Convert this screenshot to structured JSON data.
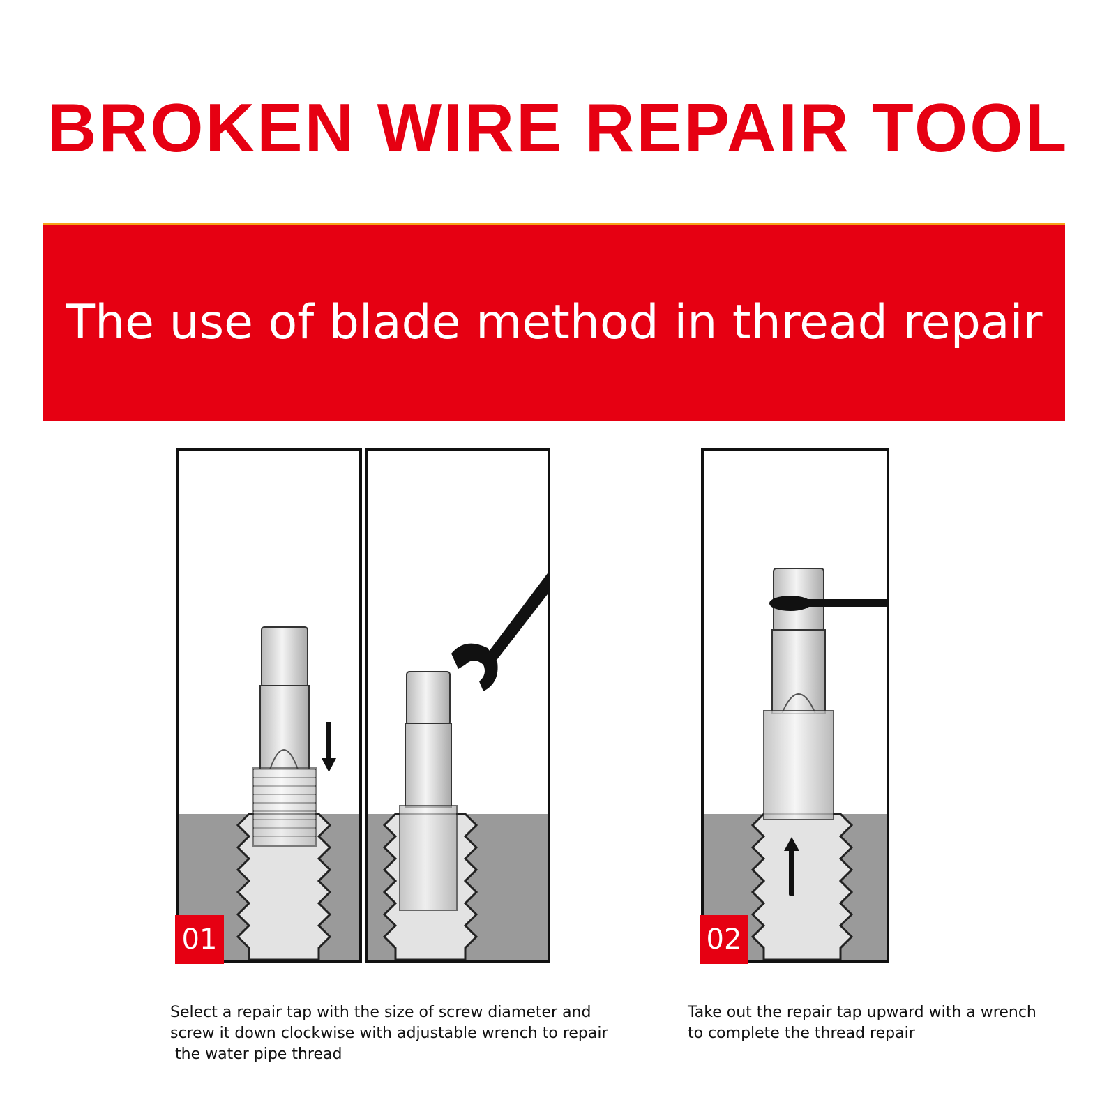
{
  "title": "BROKEN WIRE REPAIR TOOL",
  "banner": {
    "text": "The use of blade method in thread repair"
  },
  "steps": [
    {
      "badge": "01",
      "caption_lines": [
        "Select a repair tap with the size of screw diameter and",
        "screw it down clockwise with adjustable wrench to repair",
        " the water pipe thread"
      ]
    },
    {
      "badge": "02",
      "caption_lines": [
        "Take out the repair tap upward with a wrench",
        "to complete the thread repair"
      ]
    }
  ],
  "colors": {
    "accent_red": "#e60012",
    "banner_top_line": "#f6a118",
    "workpiece_gray": "#9a9a9a",
    "tap_metal": "#dedede"
  },
  "icons": [
    "repair-tap-icon",
    "down-arrow-icon",
    "wrench-icon",
    "up-arrow-icon",
    "tap-handle-icon"
  ]
}
